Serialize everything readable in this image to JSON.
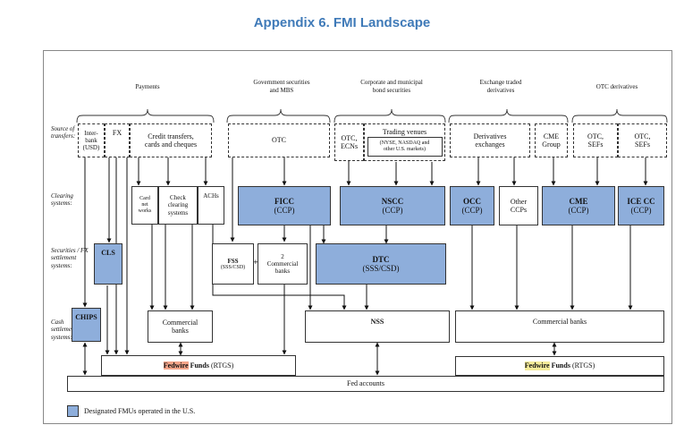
{
  "title": "Appendix 6. FMI Landscape",
  "colors": {
    "title": "#3f7ab8",
    "designated_fmu": "#8eaedb",
    "fedwire_highlight_left": "#f4a58a",
    "fedwire_highlight_right": "#f5ec9a"
  },
  "categories": {
    "payments": "Payments",
    "gov_sec": [
      "Government securities",
      "and MBS"
    ],
    "corp_muni": [
      "Corporate and municipal",
      "bond securities"
    ],
    "exchange_deriv": [
      "Exchange traded",
      "derivatives"
    ],
    "otc_deriv": "OTC derivatives"
  },
  "row_labels": {
    "source": [
      "Source of",
      "transfers:"
    ],
    "clearing": [
      "Clearing",
      "systems:"
    ],
    "settlement": [
      "Securities / FX",
      "settlement",
      "systems:"
    ],
    "cash": [
      "Cash",
      "settlement",
      "systems:"
    ]
  },
  "sources": {
    "interbank": [
      "Inter-",
      "bank",
      "(USD)"
    ],
    "fx": "FX",
    "credit": [
      "Credit transfers,",
      "cards and cheques"
    ],
    "otc_gov": "OTC",
    "otc_ecn": [
      "OTC,",
      "ECNs"
    ],
    "trading_venues": "Trading venues",
    "trading_venues_sub": [
      "(NYSE, NASDAQ and",
      "other U.S. markets)"
    ],
    "deriv_exchanges": [
      "Derivatives",
      "exchanges"
    ],
    "cme_group": [
      "CME",
      "Group"
    ],
    "otc_sef1": [
      "OTC,",
      "SEFs"
    ],
    "otc_sef2": [
      "OTC,",
      "SEFs"
    ]
  },
  "clearing": {
    "card_networks": [
      "Card",
      "net",
      "works"
    ],
    "check_clearing": [
      "Check",
      "clearing",
      "systems"
    ],
    "achs": "ACHs",
    "ficc": {
      "name": "FICC",
      "sub": "(CCP)"
    },
    "nscc": {
      "name": "NSCC",
      "sub": "(CCP)"
    },
    "occ": {
      "name": "OCC",
      "sub": "(CCP)"
    },
    "other_ccps": [
      "Other",
      "CCPs"
    ],
    "cme": {
      "name": "CME",
      "sub": "(CCP)"
    },
    "ice": {
      "name": "ICE CC",
      "sub": "(CCP)"
    }
  },
  "settlement": {
    "cls": "CLS",
    "fss": {
      "name": "FSS",
      "sub": "(SSS/CSD)"
    },
    "plus": "+",
    "commercial_banks_small": [
      "2",
      "Commercial",
      "banks"
    ],
    "dtc": {
      "name": "DTC",
      "sub": "(SSS/CSD)"
    }
  },
  "cash": {
    "chips": "CHIPS",
    "commercial_banks_left": [
      "Commercial",
      "banks"
    ],
    "nss": "NSS",
    "commercial_banks_right": "Commercial banks",
    "fedwire_left": {
      "highlight": "Fedwire",
      "bold": "Funds",
      "rest": "(RTGS)"
    },
    "fedwire_right": {
      "highlight": "Fedwire",
      "bold": "Funds",
      "rest": "(RTGS)"
    },
    "fed_accounts": "Fed accounts"
  },
  "legend": "Designated FMUs operated in the U.S."
}
